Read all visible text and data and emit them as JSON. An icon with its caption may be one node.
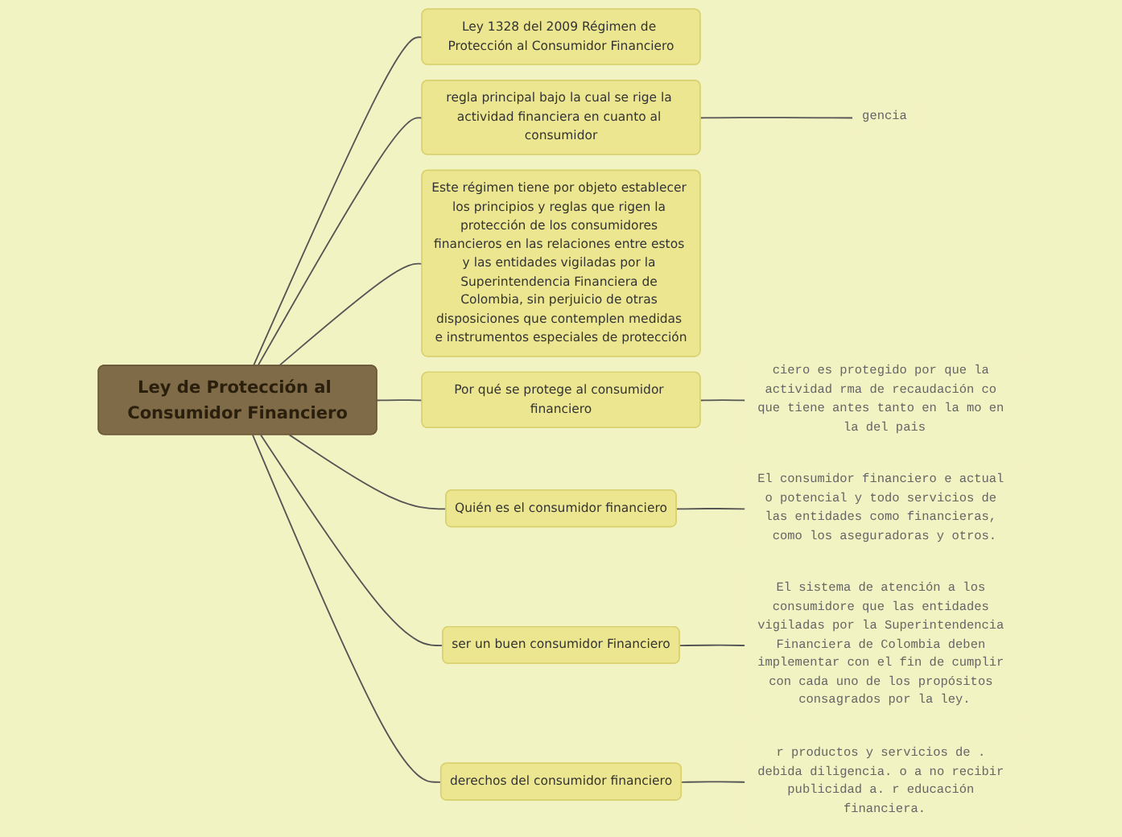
{
  "diagram": {
    "nodes": [
      {
        "text": [
          "Ley de Protección al Consumidor Financiero"
        ]
      },
      {
        "text": [
          "Ley 1328 del 2009 Régimen de Protección al Consumidor Financiero"
        ]
      },
      {
        "text": [
          "regla principal bajo la cual se rige la actividad financiera en cuanto al consumidor"
        ]
      },
      {
        "text": [
          "Este régimen tiene por objeto establecer los principios y reglas que rigen la protección de los consumidores financieros en las relaciones entre estos y las entidades vigiladas por la Superintendencia Financiera de Colombia, sin perjuicio de otras disposiciones que contemplen medidas e instrumentos especiales de protección"
        ]
      },
      {
        "text": [
          "Por qué se protege al consumidor financiero"
        ]
      },
      {
        "text": [
          "Quién es el consumidor financiero"
        ]
      },
      {
        "text": [
          "ser un buen consumidor Financiero"
        ]
      },
      {
        "text": [
          "derechos del consumidor financiero"
        ]
      },
      {
        "text": [
          "gencia"
        ]
      },
      {
        "text": [
          "ciero es protegido por que la actividad rma de recaudación co que tiene antes tanto en la mo en la del pais"
        ]
      },
      {
        "text": [
          "El consumidor financiero e actual o potencial y todo servicios de las entidades como financieras, como los aseguradoras y otros."
        ]
      },
      {
        "text": [
          "El sistema de atención a los consumidore que las entidades vigiladas por la Superintendencia Financiera de Colombia deben implementar con el fin de cumplir con cada uno de los propósitos consagrados por la ley."
        ]
      },
      {
        "text": [
          "r productos y servicios de . debida diligencia. o a no recibir publicidad a. r educación financiera."
        ]
      }
    ],
    "edges": [
      {
        "from": 0,
        "to": 1,
        "arrow": "none"
      },
      {
        "from": 0,
        "to": 2,
        "arrow": "none"
      },
      {
        "from": 0,
        "to": 3,
        "arrow": "none"
      },
      {
        "from": 0,
        "to": 4,
        "arrow": "none"
      },
      {
        "from": 0,
        "to": 5,
        "arrow": "none"
      },
      {
        "from": 0,
        "to": 6,
        "arrow": "none"
      },
      {
        "from": 0,
        "to": 7,
        "arrow": "none"
      },
      {
        "from": 2,
        "to": 8,
        "arrow": "none"
      },
      {
        "from": 4,
        "to": 9,
        "arrow": "none"
      },
      {
        "from": 5,
        "to": 10,
        "arrow": "none"
      },
      {
        "from": 6,
        "to": 11,
        "arrow": "none"
      },
      {
        "from": 7,
        "to": 12,
        "arrow": "none"
      }
    ]
  }
}
